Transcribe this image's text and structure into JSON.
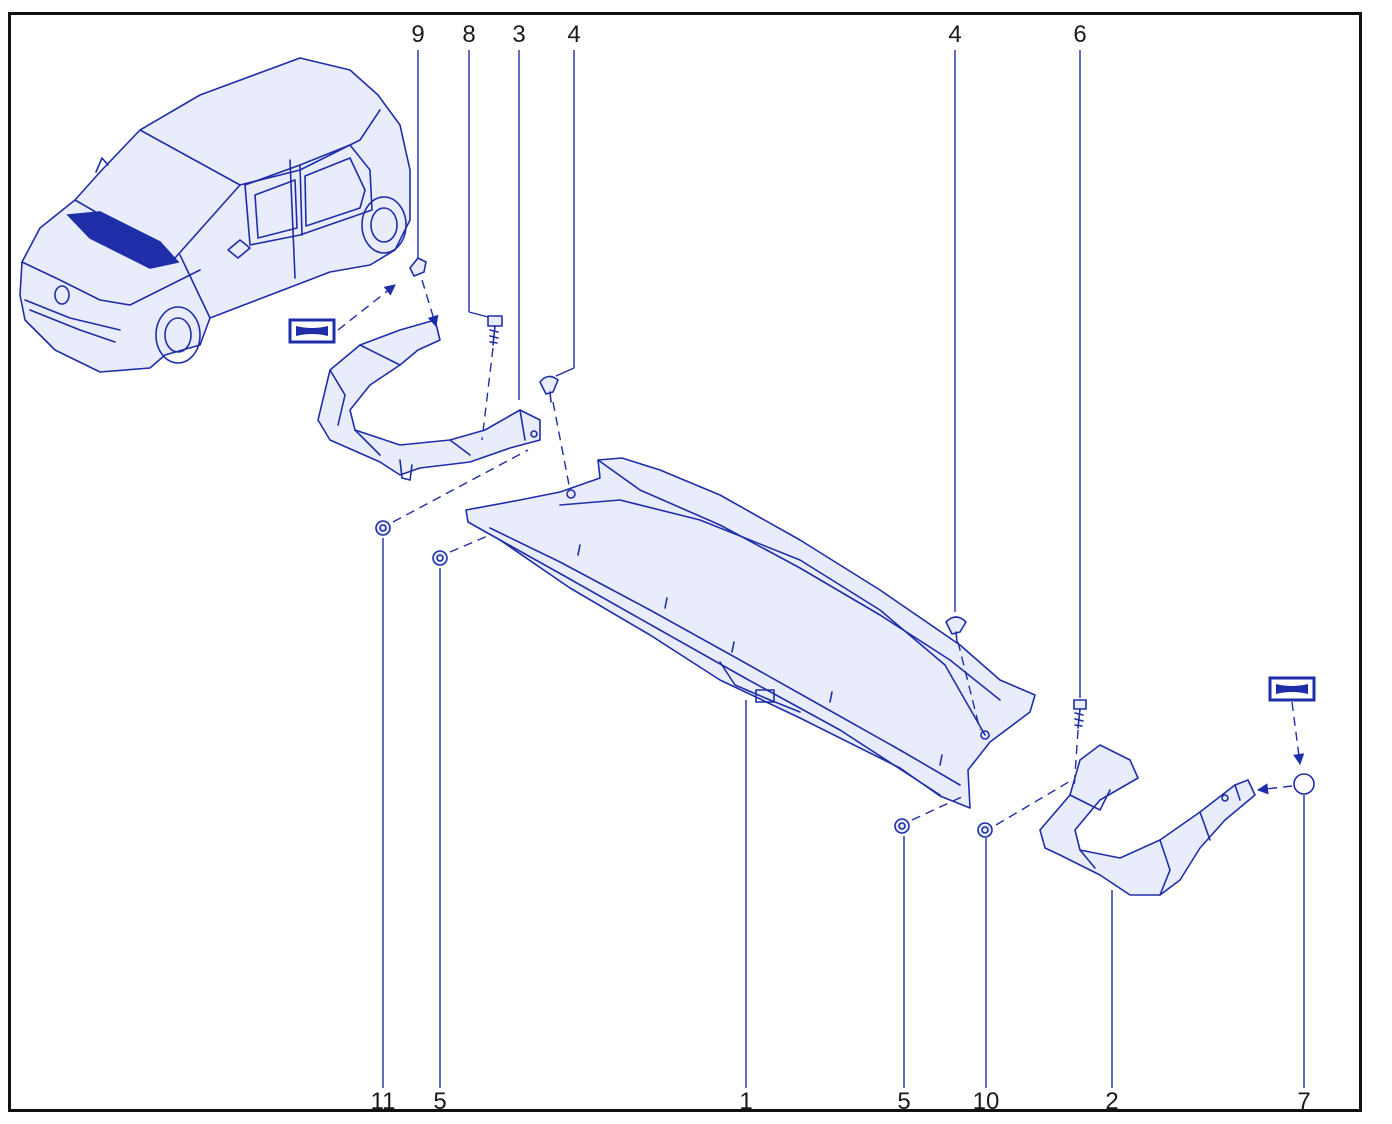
{
  "callouts": {
    "top": [
      {
        "id": "c9",
        "label": "9"
      },
      {
        "id": "c8",
        "label": "8"
      },
      {
        "id": "c3",
        "label": "3"
      },
      {
        "id": "c4a",
        "label": "4"
      },
      {
        "id": "c4b",
        "label": "4"
      },
      {
        "id": "c6",
        "label": "6"
      }
    ],
    "bottom": [
      {
        "id": "c11",
        "label": "11"
      },
      {
        "id": "c5a",
        "label": "5"
      },
      {
        "id": "c1",
        "label": "1"
      },
      {
        "id": "c5b",
        "label": "5"
      },
      {
        "id": "c10",
        "label": "10"
      },
      {
        "id": "c2",
        "label": "2"
      },
      {
        "id": "c7",
        "label": "7"
      }
    ]
  },
  "colors": {
    "line": "#1f2ea8",
    "fill": "#e9ecfb",
    "frame": "#111111",
    "text": "#1a1a1a"
  },
  "icons": [
    "vehicle-overview-icon",
    "sealant-symbol-icon"
  ]
}
